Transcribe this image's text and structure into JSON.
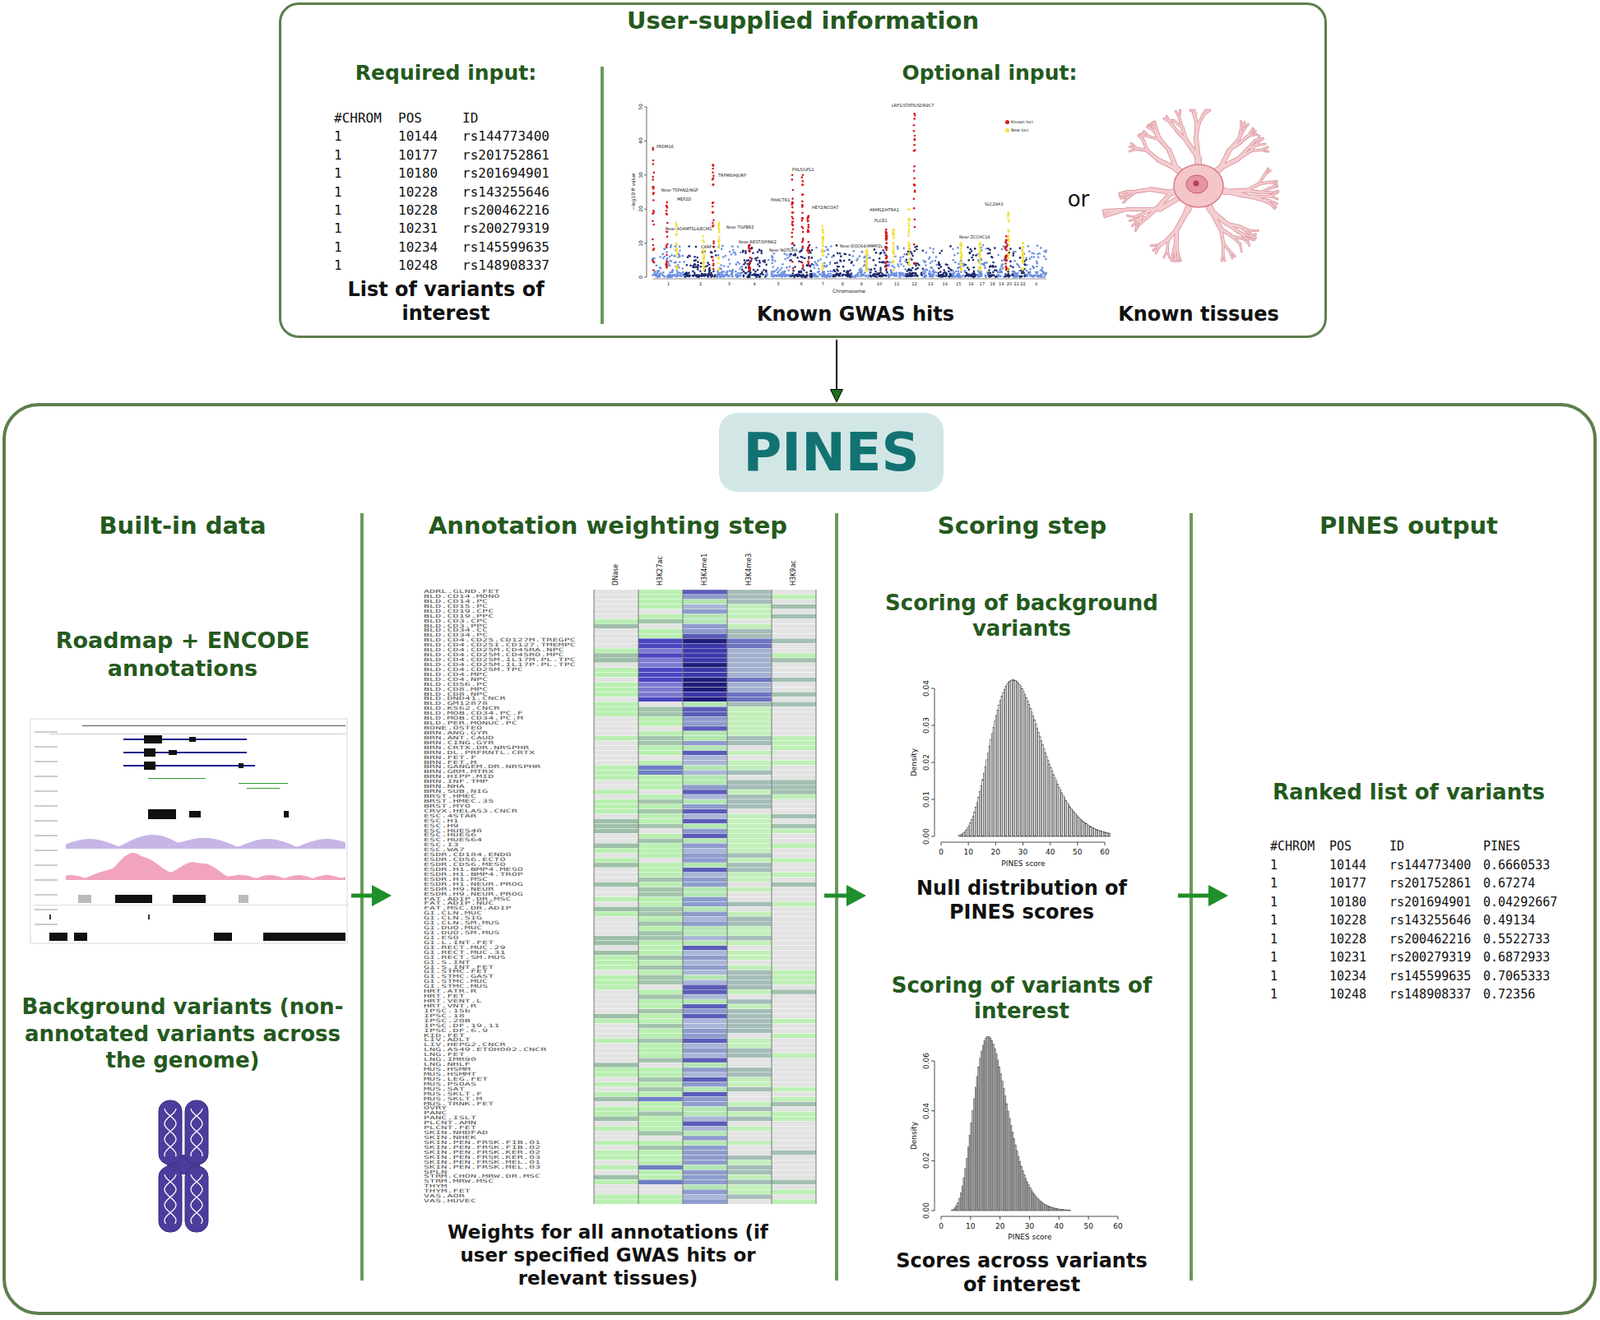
{
  "diagram": {
    "nodes": [
      {
        "text": [
          "User-supplied information"
        ]
      },
      {
        "text": [
          "Required input:",
          "List of variants of interest"
        ],
        "in": 0
      },
      {
        "text": [
          "Optional input:",
          "Known GWAS hits",
          "or",
          "Known tissues"
        ],
        "in": 0
      },
      {
        "text": [
          "PINES"
        ]
      },
      {
        "text": [
          "Built-in data",
          "Roadmap + ENCODE annotations",
          "Background variants (non-annotated variants across the genome)"
        ],
        "in": 3
      },
      {
        "text": [
          "Annotation weighting step",
          "Weights for all annotations (if user specified GWAS hits or relevant tissues)"
        ],
        "in": 3
      },
      {
        "text": [
          "Scoring step",
          "Scoring of background variants",
          "Null distribution of PINES scores",
          "Scoring of variants of interest",
          "Scores across variants of interest"
        ],
        "in": 3
      },
      {
        "text": [
          "PINES output",
          "Ranked list of variants"
        ],
        "in": 3
      }
    ],
    "edges": [
      {
        "from": 0,
        "to": 3,
        "arrow": "to"
      },
      {
        "from": 4,
        "to": 5,
        "arrow": "to"
      },
      {
        "from": 5,
        "to": 6,
        "arrow": "to"
      },
      {
        "from": 6,
        "to": 7,
        "arrow": "to"
      }
    ],
    "labels": [
      "#CHROM",
      "POS",
      "ID",
      "1",
      "10144",
      "rs144773400",
      "1",
      "10177",
      "rs201752861",
      "1",
      "10180",
      "rs201694901",
      "1",
      "10228",
      "rs143255646",
      "1",
      "10228",
      "rs200462216",
      "1",
      "10231",
      "rs200279319",
      "1",
      "10234",
      "rs145599635",
      "1",
      "10248",
      "rs148908337",
      "0",
      "10",
      "20",
      "30",
      "40",
      "50",
      "−log10 P value",
      "1",
      "2",
      "3",
      "4",
      "5",
      "6",
      "7",
      "8",
      "9",
      "10",
      "11",
      "12",
      "13",
      "14",
      "15",
      "16",
      "17",
      "18",
      "19",
      "20",
      "21",
      "22",
      "X",
      "Chromosome",
      "PRDM16",
      "Near TSPAN2/NGF",
      "MEF2D",
      "Near ADAMTSL4/ECM1",
      "TRPM8/HJURP",
      "CARF",
      "Near TGFBR2",
      "Near REST/SPINK2",
      "PHACTR1",
      "FHL5/UFL1",
      "HEY2/NCOA7",
      "Near NOTCH4",
      "Near DOCK4/IMMP2L",
      "LRP1/STAT6/SDR9C7",
      "ARMS2/HTRA1",
      "PLCE1",
      "SLC24A3",
      "Near ZCCHC14",
      "DNase",
      "H3K27ac",
      "H3K4me1",
      "H3K4me3",
      "H3K9ac",
      "ADRL.GLND.FET",
      "BLD.CD14.MONO",
      "BLD.CD14.PC",
      "BLD.CD15.PC",
      "BLD.CD19.CPC",
      "BLD.CD19.PPC",
      "BLD.CD3.CPC",
      "BLD.CD3.PPC",
      "BLD.CD34.CC",
      "BLD.CD34.PC",
      "BLD.CD4.CD25.CD127M.TREGPC",
      "BLD.CD4.CD25I.CD127.TMEMPC",
      "BLD.CD4.CD25M.CD45RA.NPC",
      "BLD.CD4.CD25M.CD45RO.MPC",
      "BLD.CD4.CD25M.IL17M.PL.TPC",
      "BLD.CD4.CD25M.IL17P.PL.TPC",
      "BLD.CD4.CD25M.TPC",
      "BLD.CD4.MPC",
      "BLD.CD4.NPC",
      "BLD.CD56.PC",
      "BLD.CD8.MPC",
      "BLD.CD8.NPC",
      "BLD.DND41.CNCR",
      "BLD.GM12878",
      "BLD.K562.CNCR",
      "BLD.MOB.CD34.PC.F",
      "BLD.MOB.CD34.PC.M",
      "BLD.PER.MONUC.PC",
      "BONE.OSTEO",
      "BRN.ANG.GYR",
      "BRN.ANT.CAUD",
      "BRN.CING.GYR",
      "BRN.CRTX.DR.NRSPHR",
      "BRN.DL.PRFRNTL.CRTX",
      "BRN.FET.F",
      "BRN.FET.M",
      "BRN.GANGEM.DR.NRSPHR",
      "BRN.GRM.MTRX",
      "BRN.HIPP.MID",
      "BRN.INF.TMP",
      "BRN.NHA",
      "BRN.SUB.NIG",
      "BRST.HMEC",
      "BRST.HMEC.35",
      "BRST.MYO",
      "CRVX.HELAS3.CNCR",
      "ESC.4STAR",
      "ESC.H1",
      "ESC.H9",
      "ESC.HUES48",
      "ESC.HUES6",
      "ESC.HUES64",
      "ESC.I3",
      "ESC.WA7",
      "ESDR.CD184.ENDO",
      "ESDR.CD56.ECTO",
      "ESDR.CD56.MESO",
      "ESDR.H1.BMP4.MESO",
      "ESDR.H1.BMP4.TROP",
      "ESDR.H1.MSC",
      "ESDR.H1.NEUR.PROG",
      "ESDR.H9.NEUR",
      "ESDR.H9.NEUR.PROG",
      "FAT.ADIP.DR.MSC",
      "FAT.ADIP.NUC",
      "FAT.MSC.DR.ADIP",
      "GI.CLN.MUC",
      "GI.CLN.SIG",
      "GI.CLN.SM.MUS",
      "GI.DUO.MUC",
      "GI.DUO.SM.MUS",
      "GI.ESO",
      "GI.L.INT.FET",
      "GI.RECT.MUC.29",
      "GI.RECT.MUC.31",
      "GI.RECT.SM.MUS",
      "GI.S.INT",
      "GI.S.INT.FET",
      "GI.STMC.FET",
      "GI.STMC.GAST",
      "GI.STMC.MUC",
      "GI.STMC.MUS",
      "HRT.ATR.R",
      "HRT.FET",
      "HRT.VENT.L",
      "HRT.VNT.R",
      "IPSC.15b",
      "IPSC.18",
      "IPSC.20B",
      "IPSC.DF.19.11",
      "IPSC.DF.6.9",
      "KID.FET",
      "LIV.ADLT",
      "LIV.HEPG2.CNCR",
      "LNG.A549.ETOH002.CNCR",
      "LNG.FET",
      "LNG.IMR90",
      "LNG.NHLF",
      "MUS.HSMM",
      "MUS.HSMMT",
      "MUS.LEG.FET",
      "MUS.PSOAS",
      "MUS.SAT",
      "MUS.SKLT.F",
      "MUS.SKLT.M",
      "MUS.TRNK.FET",
      "OVRY",
      "PANC",
      "PANC.ISLT",
      "PLCNT.AMN",
      "PLCNT.FET",
      "SKIN.NHDFAD",
      "SKIN.NHEK",
      "SKIN.PEN.FRSK.FIB.01",
      "SKIN.PEN.FRSK.FIB.02",
      "SKIN.PEN.FRSK.KER.02",
      "SKIN.PEN.FRSK.KER.03",
      "SKIN.PEN.FRSK.MEL.01",
      "SKIN.PEN.FRSK.MEL.03",
      "SPLN",
      "STRM.CHON.MRW.DR.MSC",
      "STRM.MRW.MSC",
      "THYM",
      "THYM.FET",
      "VAS.AOR",
      "VAS.HUVEC",
      "0.00",
      "0.01",
      "0.02",
      "0.03",
      "0.04",
      "Density",
      "0",
      "10",
      "20",
      "30",
      "40",
      "50",
      "60",
      "PINES score",
      "0.00",
      "0.02",
      "0.04",
      "0.06",
      "Density",
      "0",
      "10",
      "20",
      "30",
      "40",
      "50",
      "60",
      "PINES score",
      "#CHROM",
      "POS",
      "ID",
      "PINES",
      "1",
      "10144",
      "rs144773400",
      "0.6660533",
      "1",
      "10177",
      "rs201752861",
      "0.67274",
      "1",
      "10180",
      "rs201694901",
      "0.04292667",
      "1",
      "10228",
      "rs143255646",
      "0.49134",
      "1",
      "10228",
      "rs200462216",
      "0.5522733",
      "1",
      "10231",
      "rs200279319",
      "0.6872933",
      "1",
      "10234",
      "rs145599635",
      "0.7065333",
      "1",
      "10248",
      "rs148908337",
      "0.72356"
    ],
    "legend": [
      {
        "text": "Known loci",
        "color": "#d7191c"
      },
      {
        "text": "New loci",
        "color": "#f3e03b"
      }
    ]
  }
}
